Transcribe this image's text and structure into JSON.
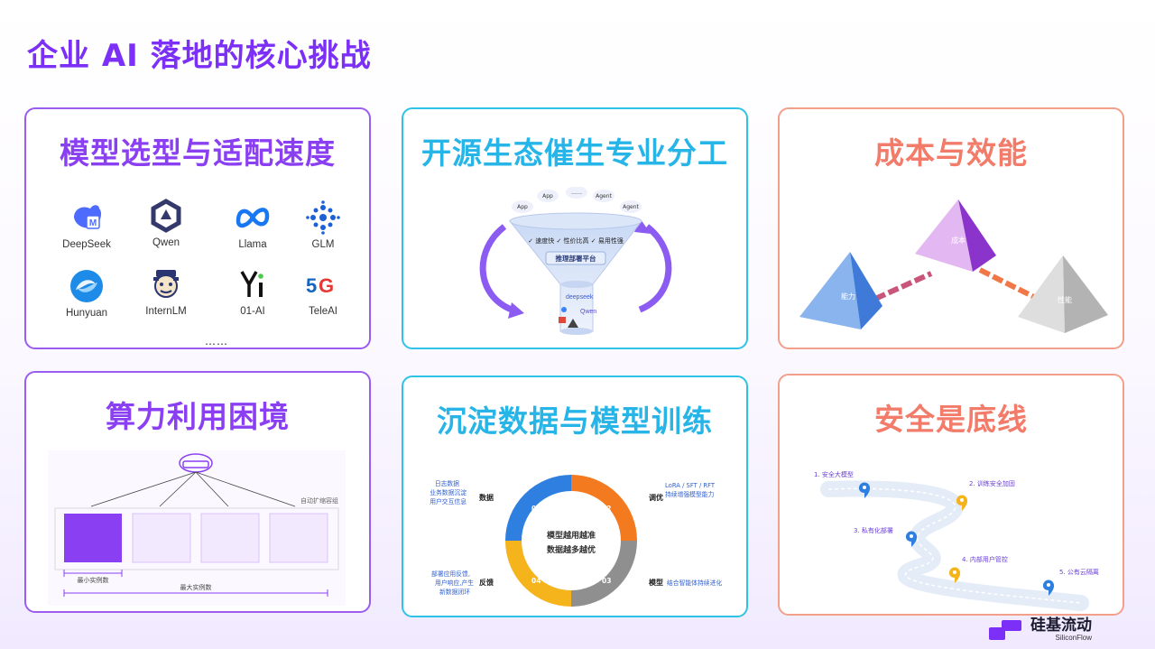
{
  "page": {
    "title": "企业 AI 落地的核心挑战"
  },
  "cards": {
    "model_selection": {
      "title": "模型选型与适配速度",
      "models": [
        {
          "name": "DeepSeek",
          "icon": "deepseek-whale-icon"
        },
        {
          "name": "Qwen",
          "icon": "qwen-icon"
        },
        {
          "name": "Llama",
          "icon": "meta-infinity-icon"
        },
        {
          "name": "GLM",
          "icon": "glm-dots-icon"
        },
        {
          "name": "Hunyuan",
          "icon": "hunyuan-swirl-icon"
        },
        {
          "name": "InternLM",
          "icon": "internlm-mascot-icon"
        },
        {
          "name": "01-AI",
          "icon": "yi-icon"
        },
        {
          "name": "TeleAI",
          "icon": "5g-icon"
        }
      ],
      "more": "……"
    },
    "open_source": {
      "title": "开源生态催生专业分工",
      "bubbles": [
        "App",
        "App",
        "……",
        "Agent",
        "Agent"
      ],
      "features": "✓ 速度快 ✓ 性价比高 ✓ 易用性强",
      "platform": "推理部署平台",
      "funnel_models": [
        "deepseek",
        "Qwen"
      ]
    },
    "cost": {
      "title": "成本与效能",
      "pyramids": [
        "能力",
        "成本",
        "性能"
      ]
    },
    "compute": {
      "title": "算力利用困境",
      "container_label": "自动扩缩容组",
      "min_label": "最小实例数",
      "max_label": "最大实例数"
    },
    "data_training": {
      "title": "沉淀数据与模型训练",
      "center_line1": "模型越用越准",
      "center_line2": "数据越多越优",
      "steps": [
        {
          "num": "01",
          "label": "数据",
          "desc": [
            "日志数据",
            "业务数据沉淀",
            "用户交互信息"
          ],
          "color": "#2f7fe0"
        },
        {
          "num": "02",
          "label": "调优",
          "desc": [
            "LoRA / SFT / RFT",
            "持续增强模型能力"
          ],
          "color": "#f47a1f"
        },
        {
          "num": "03",
          "label": "模型",
          "desc": [
            "结合智能体持续进化"
          ],
          "color": "#8f8f8f"
        },
        {
          "num": "04",
          "label": "反馈",
          "desc": [
            "部署应用反馈,",
            "用户响应,产生",
            "新数据闭环"
          ],
          "color": "#f5b31c"
        }
      ]
    },
    "security": {
      "title": "安全是底线",
      "steps": [
        "1. 安全大模型",
        "2. 训练安全加固",
        "3. 私有化部署",
        "4. 内部用户管控",
        "5. 公有云隔离"
      ]
    }
  },
  "brand": {
    "name": "硅基流动",
    "sub": "SiliconFlow"
  },
  "colors": {
    "purple": "#8a3ff2",
    "cyan": "#27b5e8",
    "coral": "#f27b6a"
  }
}
